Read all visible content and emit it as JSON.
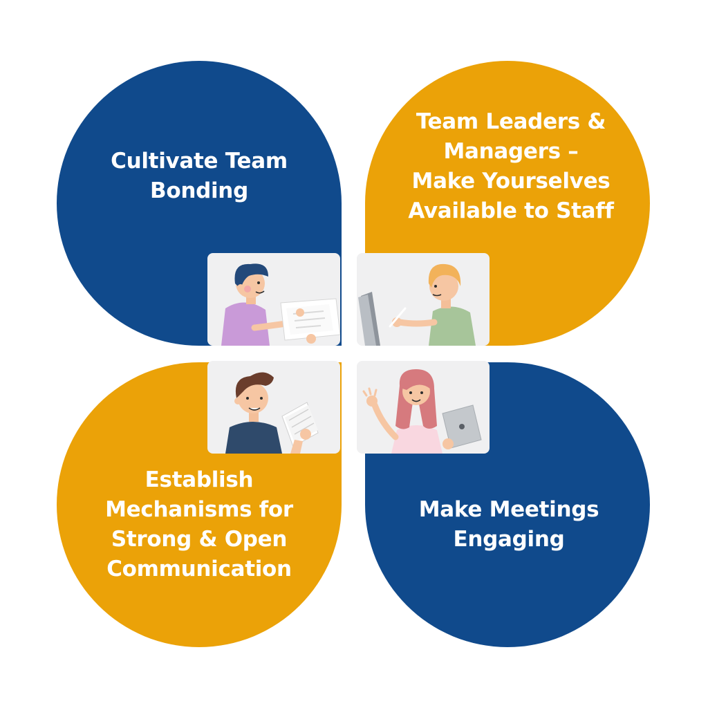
{
  "diagram": {
    "items": [
      {
        "position": "top-left",
        "lines": [
          "Cultivate Team",
          "Bonding"
        ],
        "color": "#104a8c"
      },
      {
        "position": "top-right",
        "lines": [
          "Team Leaders &",
          "Managers –",
          "Make Yourselves",
          "Available to Staff"
        ],
        "color": "#eba208"
      },
      {
        "position": "bottom-left",
        "lines": [
          "Establish",
          "Mechanisms for",
          "Strong & Open",
          "Communication"
        ],
        "color": "#eba208"
      },
      {
        "position": "bottom-right",
        "lines": [
          "Make Meetings",
          "Engaging"
        ],
        "color": "#104a8c"
      }
    ],
    "illustrations": [
      "man-reading-papers-icon",
      "man-writing-on-tablet-icon",
      "man-holding-notebook-icon",
      "woman-with-tablet-icon"
    ]
  }
}
